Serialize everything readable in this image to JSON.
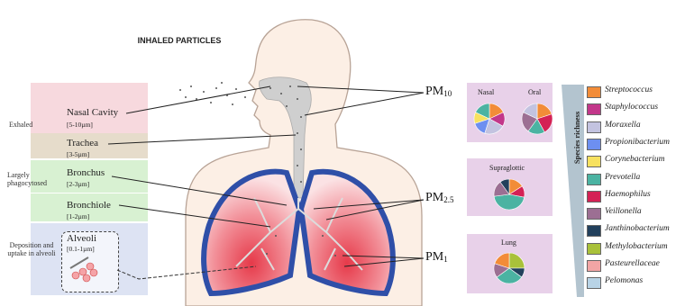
{
  "title": "INHALED PARTICLES",
  "zones": [
    {
      "label": "Exhaled",
      "color": "#f7d9de"
    },
    {
      "label": "Largely phagocytosed",
      "color": "#d8f1d2"
    },
    {
      "label": "Deposition and uptake in alveoli",
      "color": "#dde3f3"
    }
  ],
  "regions": [
    {
      "name": "Nasal Cavity",
      "size": "[5-10µm]",
      "color": "#f7d9de"
    },
    {
      "name": "Trachea",
      "size": "[3-5µm]",
      "color": "#e6dccb"
    },
    {
      "name": "Bronchus",
      "size": "[2-3µm]",
      "color": "#d8f1d2"
    },
    {
      "name": "Bronchiole",
      "size": "[1-2µm]",
      "color": "#d8f1d2"
    },
    {
      "name": "Alveoli",
      "size": "[0.1-1µm]",
      "color": "#dde3f3"
    }
  ],
  "particles": [
    {
      "label": "PM",
      "sub": "10"
    },
    {
      "label": "PM",
      "sub": "2.5"
    },
    {
      "label": "PM",
      "sub": "1"
    }
  ],
  "panels": {
    "upper": {
      "titles": [
        "Nasal",
        "Oral"
      ]
    },
    "middle": {
      "title": "Supraglottic"
    },
    "lower": {
      "title": "Lung"
    }
  },
  "species_richness_label": "Species richness",
  "legend": [
    {
      "name": "Streptococcus",
      "color": "#f28c38"
    },
    {
      "name": "Staphylococcus",
      "color": "#c2378a"
    },
    {
      "name": "Moraxella",
      "color": "#c3c3e0"
    },
    {
      "name": "Propionibacterium",
      "color": "#6d8ff0"
    },
    {
      "name": "Corynebacterium",
      "color": "#f7e15f"
    },
    {
      "name": "Prevotella",
      "color": "#4bb3a2"
    },
    {
      "name": "Haemophilus",
      "color": "#d42155"
    },
    {
      "name": "Veillonella",
      "color": "#9c6f93"
    },
    {
      "name": "Janthinobacterium",
      "color": "#22405c"
    },
    {
      "name": "Methylobacterium",
      "color": "#a9c13a"
    },
    {
      "name": "Pasteurellaceae",
      "color": "#f2a5a5"
    },
    {
      "name": "Pelomonas",
      "color": "#b8d3e6"
    }
  ],
  "chart_data": [
    {
      "type": "pie",
      "title": "Nasal",
      "series": [
        {
          "values": [
            0.18,
            0.15,
            0.22,
            0.15,
            0.12,
            0.18
          ]
        }
      ],
      "categories": [
        "Streptococcus",
        "Staphylococcus",
        "Moraxella",
        "Propionibacterium",
        "Corynebacterium",
        "Prevotella"
      ]
    },
    {
      "type": "pie",
      "title": "Oral",
      "series": [
        {
          "values": [
            0.2,
            0.22,
            0.18,
            0.22,
            0.18
          ]
        }
      ],
      "categories": [
        "Streptococcus",
        "Haemophilus",
        "Prevotella",
        "Veillonella",
        "Moraxella"
      ]
    },
    {
      "type": "pie",
      "title": "Supraglottic",
      "series": [
        {
          "values": [
            0.16,
            0.12,
            0.45,
            0.17,
            0.1
          ]
        }
      ],
      "categories": [
        "Streptococcus",
        "Haemophilus",
        "Prevotella",
        "Veillonella",
        "Janthinobacterium"
      ]
    },
    {
      "type": "pie",
      "title": "Lung",
      "series": [
        {
          "values": [
            0.25,
            0.1,
            0.3,
            0.15,
            0.2
          ]
        }
      ],
      "categories": [
        "Methylobacterium",
        "Janthinobacterium",
        "Prevotella",
        "Veillonella",
        "Streptococcus"
      ]
    }
  ]
}
